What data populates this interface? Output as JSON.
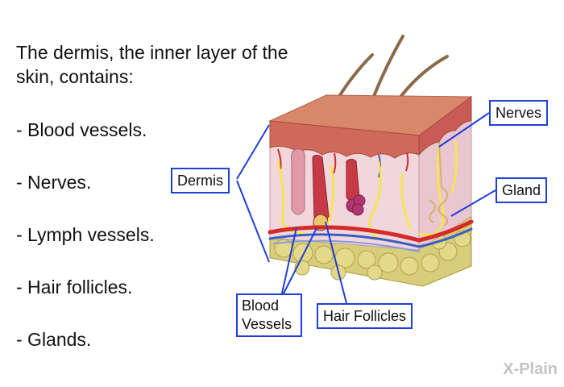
{
  "intro": "The dermis, the inner layer of the skin, contains:",
  "bullets": [
    "- Blood vessels.",
    "- Nerves.",
    "- Lymph vessels.",
    "- Hair follicles.",
    "- Glands."
  ],
  "callouts": {
    "dermis": "Dermis",
    "nerves": "Nerves",
    "gland": "Gland",
    "blood_vessels_line1": "Blood",
    "blood_vessels_line2": "Vessels",
    "hair_follicles": "Hair Follicles"
  },
  "logo": "X-Plain",
  "colors": {
    "callout_border": "#1f3fd9",
    "epidermis": "#d9876b",
    "dermis": "#f1d6dc",
    "fat": "#d8cd7a",
    "nerve": "#f6ea3a",
    "artery": "#d42a2a",
    "vein": "#3a5fc4"
  }
}
